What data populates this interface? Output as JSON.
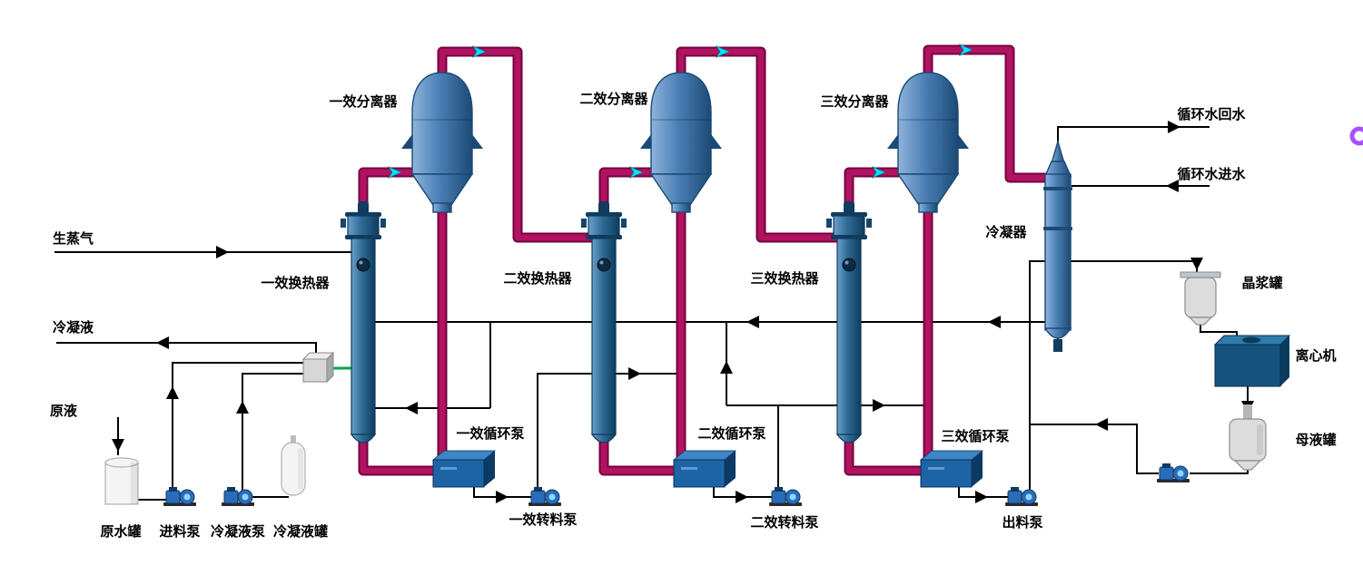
{
  "colors": {
    "pipe": "#b0135f",
    "pipe_dark": "#740040",
    "vessel": "#4a7fb5",
    "vessel_dark": "#1c4a75",
    "vessel_light": "#8fb4dc",
    "column": "#2e6a94",
    "column_dark": "#0f3c5f",
    "pump_box": "#1c64a6",
    "cyan": "#00e4ff",
    "green": "#00a651",
    "line": "#000000",
    "artifact": "#9b30ff"
  },
  "streams": {
    "steam_in": "生蒸气",
    "condensate_out": "冷凝液",
    "raw_liquid": "原液",
    "cooling_water_return": "循环水回水",
    "cooling_water_in": "循环水进水"
  },
  "equipment": {
    "separator1": "一效分离器",
    "separator2": "二效分离器",
    "separator3": "三效分离器",
    "exchanger1": "一效换热器",
    "exchanger2": "二效换热器",
    "exchanger3": "三效换热器",
    "condenser": "冷凝器",
    "raw_water_tank": "原水罐",
    "feed_pump": "进料泵",
    "condensate_pump": "冷凝液泵",
    "condensate_tank": "冷凝液罐",
    "circulation_pump1": "一效循环泵",
    "circulation_pump2": "二效循环泵",
    "circulation_pump3": "三效循环泵",
    "transfer_pump1": "一效转料泵",
    "transfer_pump2": "二效转料泵",
    "discharge_pump": "出料泵",
    "crystal_slurry_tank": "晶浆罐",
    "centrifuge": "离心机",
    "mother_liquor_tank": "母液罐"
  }
}
